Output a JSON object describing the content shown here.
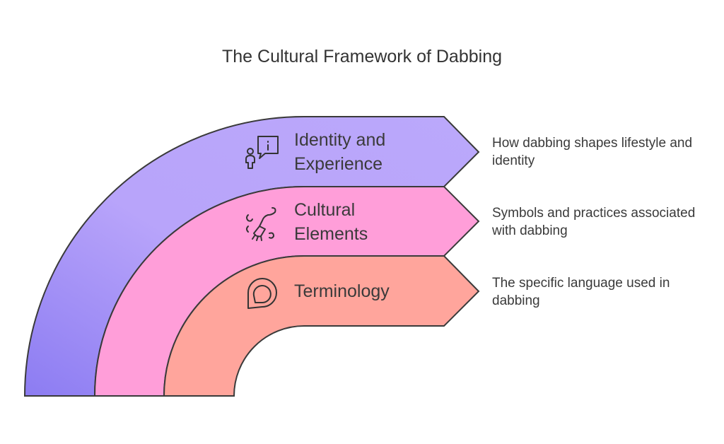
{
  "title": "The Cultural Framework of Dabbing",
  "layers": [
    {
      "label_lines": [
        "Identity and",
        "Experience"
      ],
      "description": "How dabbing shapes lifestyle and identity",
      "color": "#B8A4FA",
      "icon": "person-info-icon"
    },
    {
      "label_lines": [
        "Cultural",
        "Elements"
      ],
      "description": "Symbols and practices associated with dabbing",
      "color": "#FF9ED9",
      "icon": "broom-icon"
    },
    {
      "label_lines": [
        "Terminology"
      ],
      "description": "The specific language used in dabbing",
      "color": "#FFA59C",
      "icon": "chat-bubble-icon"
    }
  ]
}
